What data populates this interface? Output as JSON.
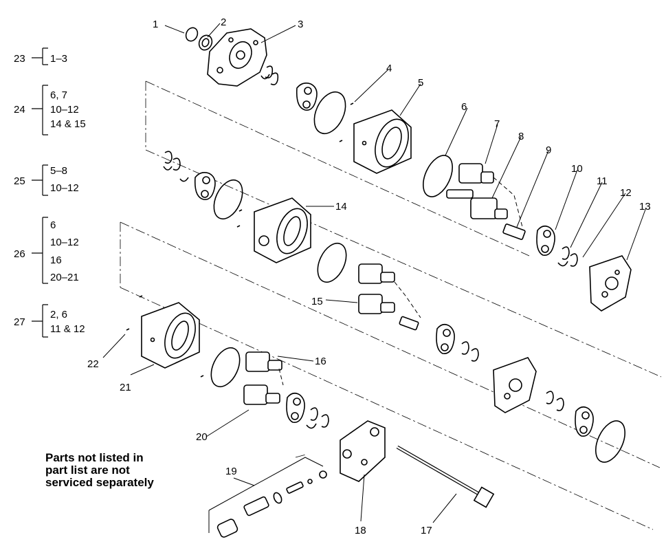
{
  "groups": [
    {
      "id": "23",
      "lines": [
        "1–3"
      ]
    },
    {
      "id": "24",
      "lines": [
        "6, 7",
        "10–12",
        "14 & 15"
      ]
    },
    {
      "id": "25",
      "lines": [
        "5–8",
        "10–12"
      ]
    },
    {
      "id": "26",
      "lines": [
        "6",
        "10–12",
        "16",
        "20–21"
      ]
    },
    {
      "id": "27",
      "lines": [
        "2, 6",
        "11 & 12"
      ]
    }
  ],
  "callouts": [
    "1",
    "2",
    "3",
    "4",
    "5",
    "6",
    "7",
    "8",
    "9",
    "10",
    "11",
    "12",
    "13",
    "14",
    "15",
    "16",
    "17",
    "18",
    "19",
    "20",
    "21",
    "22"
  ],
  "note": [
    "Parts not listed in",
    "part list are not",
    "serviced separately"
  ],
  "colors": {
    "line": "#000000",
    "background": "#ffffff"
  }
}
